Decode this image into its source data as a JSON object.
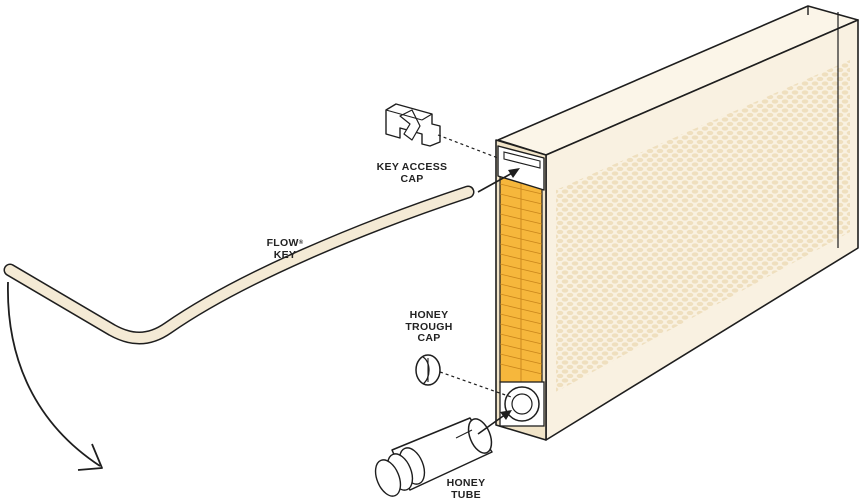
{
  "labels": {
    "key_access_cap": [
      "KEY ACCESS",
      "CAP"
    ],
    "flow_key": [
      "FLOW",
      "KEY"
    ],
    "flow_key_mark": "®",
    "honey_trough_cap": [
      "HONEY",
      "TROUGH",
      "CAP"
    ],
    "honey_tube": [
      "HONEY",
      "TUBE"
    ]
  },
  "colors": {
    "outline": "#1e1e1e",
    "frame_fill": "#f9f1e1",
    "comb_cells": "#eedcb6",
    "frame_face": "#f1e4c8",
    "flow_cells": "#f6b73c",
    "flow_cells_dark": "#e8a028"
  }
}
